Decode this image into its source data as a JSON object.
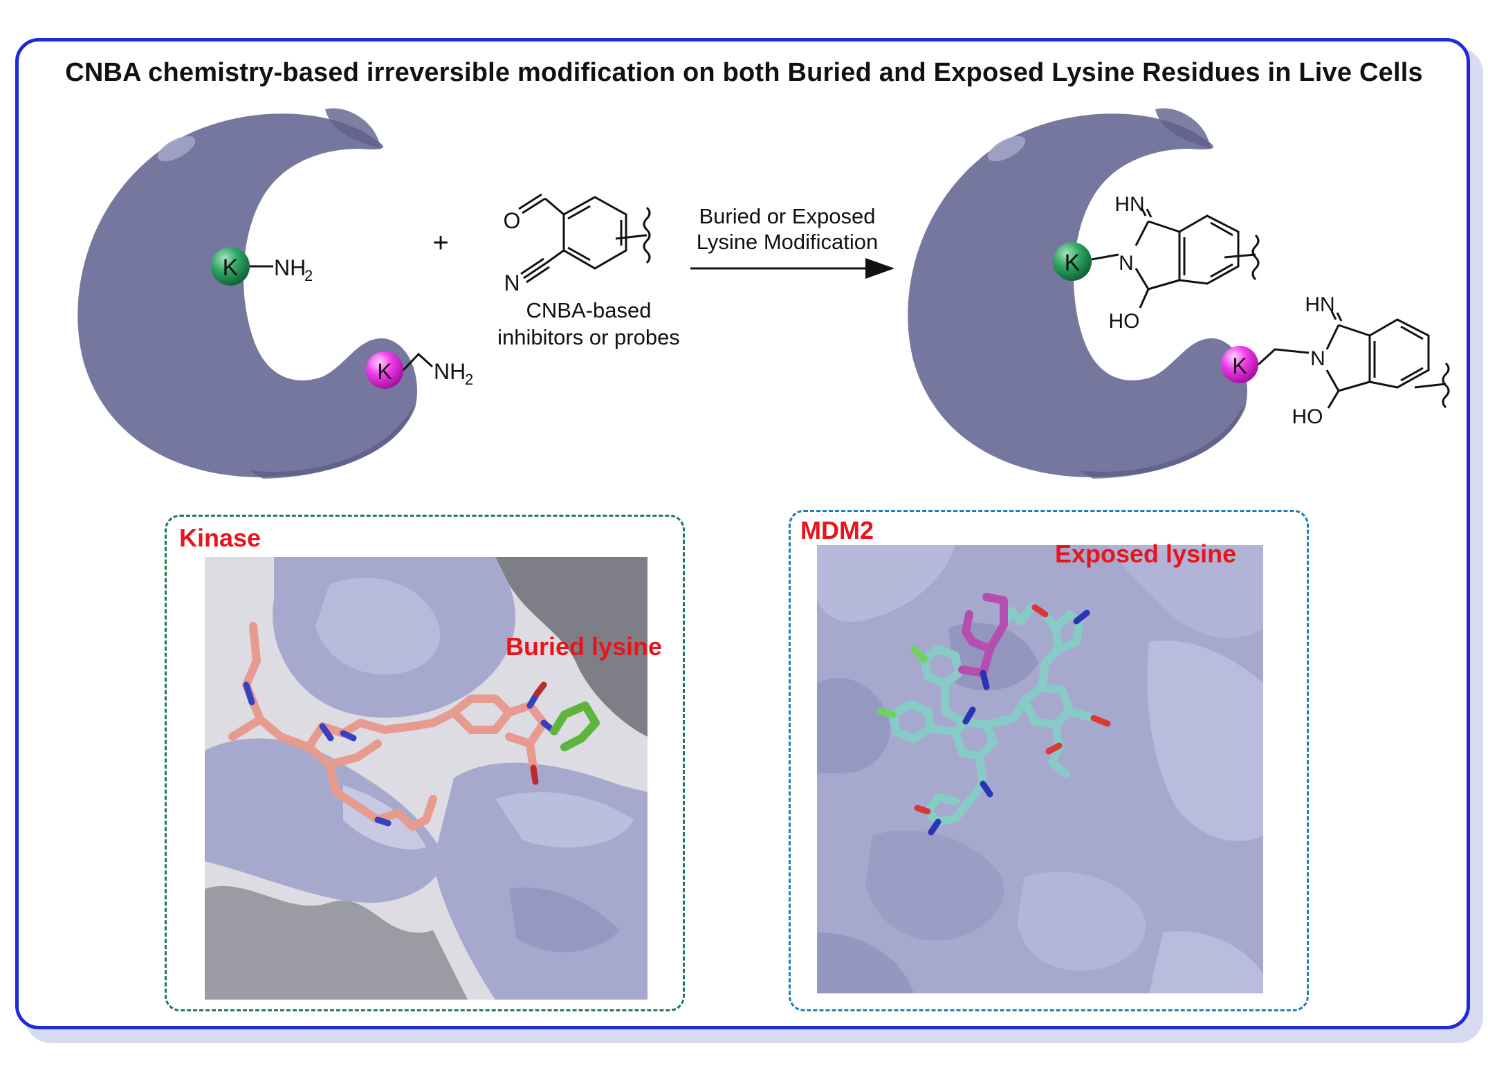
{
  "title": "CNBA chemistry-based irreversible modification on both Buried and Exposed Lysine Residues in Live Cells",
  "reactant": {
    "buried_lysine": "K",
    "exposed_lysine": "K",
    "amine_group": "NH",
    "amine_subscript": "2",
    "plus_sign": "+"
  },
  "reagent": {
    "aldehyde_oxygen": "O",
    "nitrile_nitrogen": "N",
    "caption_line1": "CNBA-based",
    "caption_line2": "inhibitors or probes"
  },
  "arrow": {
    "line1": "Buried or Exposed",
    "line2": "Lysine Modification"
  },
  "product": {
    "buried_lysine": "K",
    "exposed_lysine": "K",
    "imine": "HN",
    "nitrogen": "N",
    "hydroxyl": "HO"
  },
  "panels": {
    "kinase": {
      "title": "Kinase",
      "callout": "Buried lysine"
    },
    "mdm2": {
      "title": "MDM2",
      "callout": "Exposed lysine"
    }
  },
  "colors": {
    "frame": "#1f2bd6",
    "protein": "#76779e",
    "buried_lysine": "#23975a",
    "exposed_lysine": "#e52be1",
    "label_red": "#e8141c",
    "kinase_border": "#1e7c46",
    "mdm2_border": "#1c7fb5",
    "kinase_ligand": "#e79a8e",
    "mdm2_ligand": "#87cbc7",
    "surface": "#a6a9cd"
  }
}
